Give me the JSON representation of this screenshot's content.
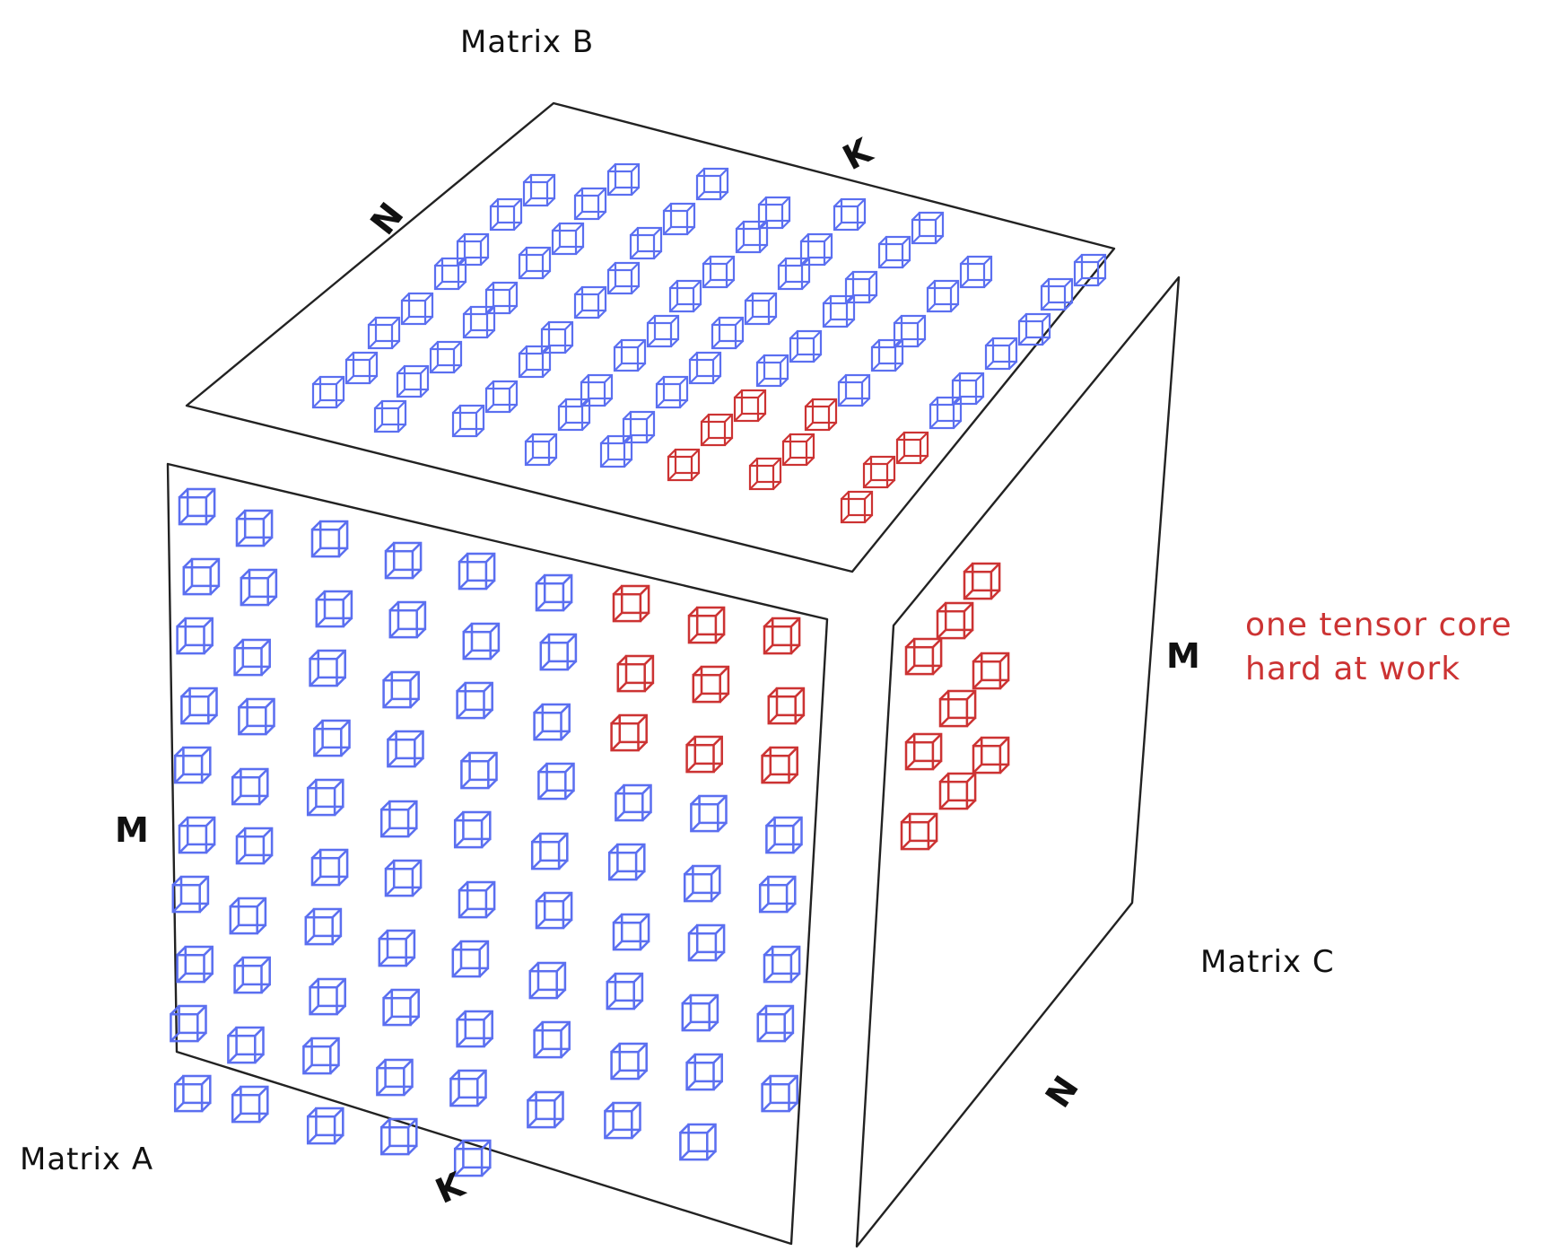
{
  "diagram": {
    "labels": {
      "matrix_a": "Matrix A",
      "matrix_b": "Matrix B",
      "matrix_c": "Matrix C",
      "a_rows": "M",
      "a_cols": "K",
      "b_rows": "N",
      "b_cols": "K",
      "c_rows": "M",
      "c_cols": "N"
    },
    "annotation": {
      "line1": "one tensor core",
      "line2": "hard at work",
      "color": "#cc3333"
    },
    "colors": {
      "idle_core": "#5b6ff0",
      "active_core": "#cc3333",
      "outline": "#222222"
    },
    "icon": "cube-icon"
  }
}
